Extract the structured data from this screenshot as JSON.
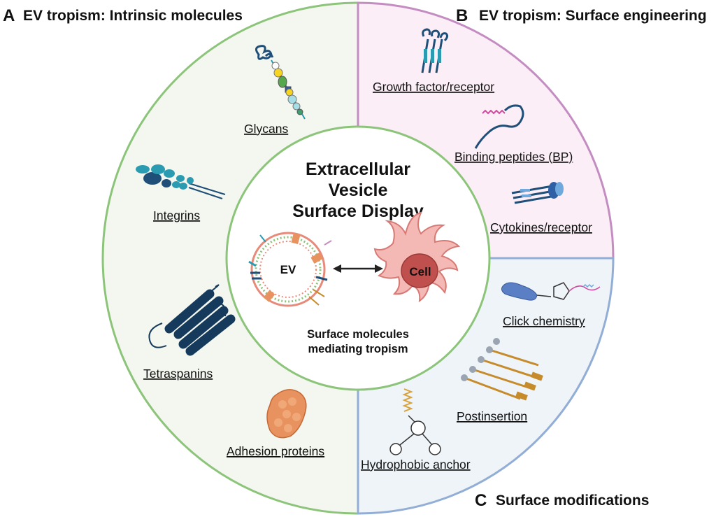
{
  "sections": {
    "a": {
      "letter": "A",
      "title": "EV tropism: Intrinsic molecules",
      "fill": "#f3f7ef",
      "stroke": "#8cc47a"
    },
    "b": {
      "letter": "B",
      "title": "EV tropism: Surface engineering",
      "fill": "#fbeef6",
      "stroke": "#c48dc2"
    },
    "c": {
      "letter": "C",
      "title": "Surface modifications",
      "fill": "#eef4f8",
      "stroke": "#93aed6"
    }
  },
  "labels": {
    "glycans": "Glycans",
    "integrins": "Integrins",
    "tetraspanins": "Tetraspanins",
    "adhesion": "Adhesion proteins",
    "growth_factor": "Growth factor/receptor",
    "binding_peptides": "Binding peptides (BP)",
    "cytokines": "Cytokines/receptor",
    "click": "Click chemistry",
    "postinsertion": "Postinsertion",
    "hydrophobic": "Hydrophobic anchor"
  },
  "center": {
    "title_line1": "Extracellular",
    "title_line2": "Vesicle",
    "title_line3": "Surface Display",
    "ev": "EV",
    "cell": "Cell",
    "sub_line1": "Surface molecules",
    "sub_line2": "mediating tropism"
  },
  "colors": {
    "dark_blue": "#1f4e79",
    "teal": "#2a9bb0",
    "cell_fill": "#f4b9b5",
    "nucleus": "#c0504d",
    "orange": "#e8925f"
  }
}
